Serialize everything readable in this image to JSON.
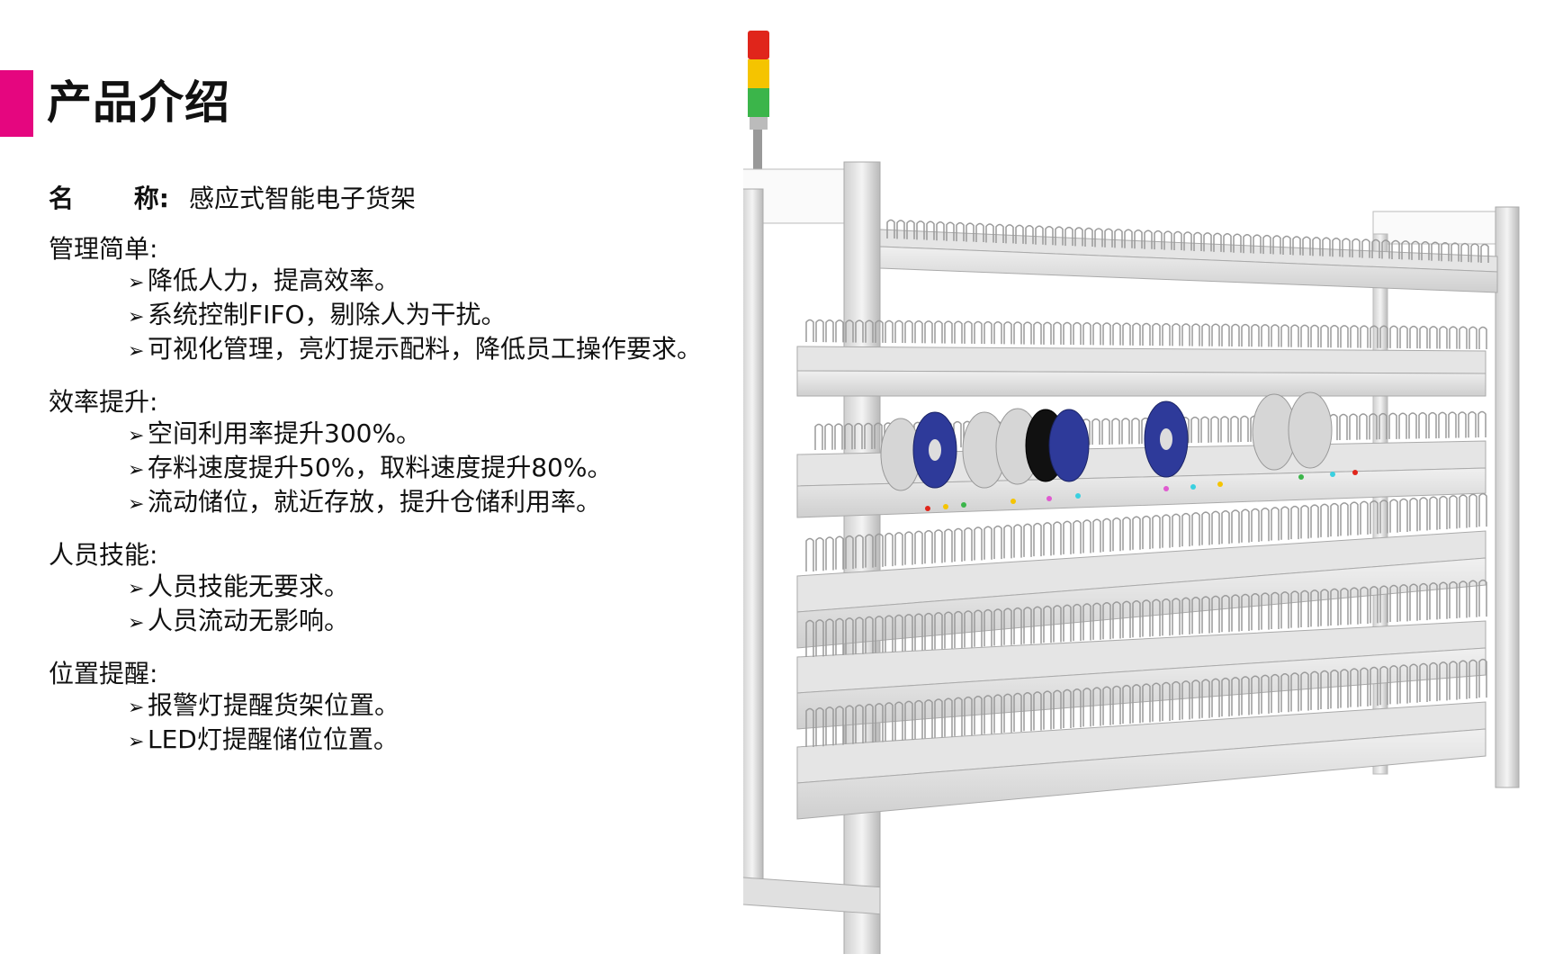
{
  "header": {
    "title": "产品介绍",
    "accent_color": "#e5067f"
  },
  "product": {
    "name_label_1": "名",
    "name_label_2": "称:",
    "name_value": "感应式智能电子货架"
  },
  "sections": [
    {
      "heading": "管理简单:",
      "items": [
        "降低人力，提高效率。",
        "系统控制FIFO，剔除人为干扰。",
        "可视化管理，亮灯提示配料，降低员工操作要求。"
      ]
    },
    {
      "heading": "效率提升:",
      "items": [
        "空间利用率提升300%。",
        "存料速度提升50%，取料速度提升80%。",
        "流动储位，就近存放，提升仓储利用率。"
      ]
    },
    {
      "heading": "人员技能:",
      "items": [
        "人员技能无要求。",
        "人员流动无影响。"
      ]
    },
    {
      "heading": "位置提醒:",
      "items": [
        "报警灯提醒货架位置。",
        "LED灯提醒储位位置。"
      ]
    }
  ],
  "image": {
    "description": "smart-electronic-shelf-illustration",
    "signal_tower_colors": [
      "#e0251b",
      "#f5c400",
      "#3bb54a"
    ],
    "reel_colors": [
      "#c8c8c8",
      "#2e3a9a",
      "#111111"
    ]
  }
}
